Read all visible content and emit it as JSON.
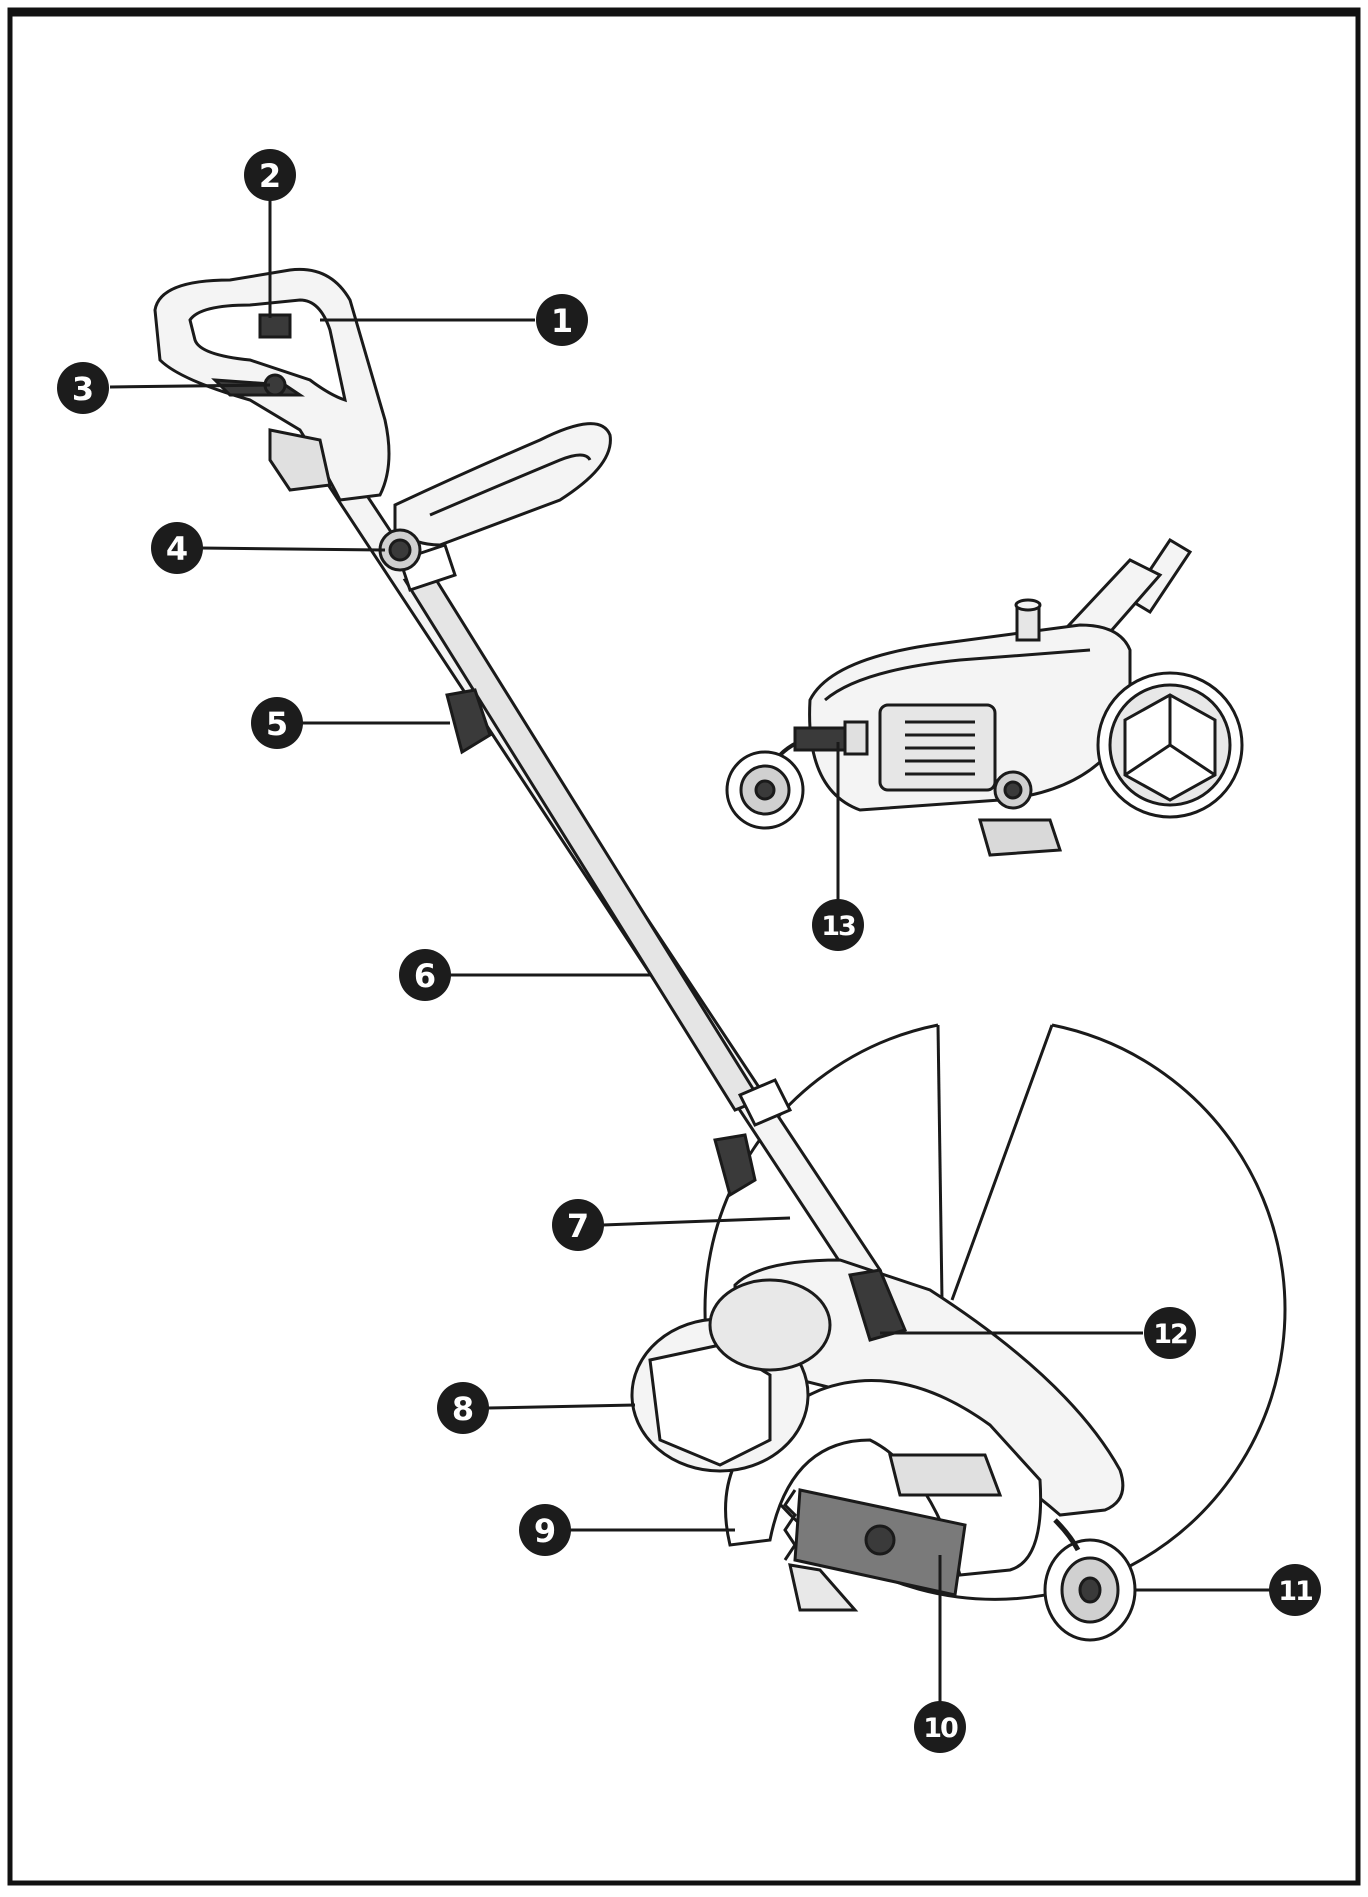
{
  "colors": {
    "line": "#1a1a1a",
    "fill_light": "#f4f4f4",
    "fill_mid": "#c9c9c9",
    "fill_dark": "#3a3a3a",
    "callout_bg": "#1c1c1c",
    "callout_text": "#ffffff",
    "frame": "#111111"
  },
  "callouts": [
    {
      "number": "1",
      "part": "handle"
    },
    {
      "number": "2",
      "part": "lock-off-button"
    },
    {
      "number": "3",
      "part": "trigger-switch"
    },
    {
      "number": "4",
      "part": "auxiliary-handle-knob"
    },
    {
      "number": "5",
      "part": "shaft-clamp-upper"
    },
    {
      "number": "6",
      "part": "upper-shaft"
    },
    {
      "number": "7",
      "part": "lower-shaft"
    },
    {
      "number": "8",
      "part": "main-wheel"
    },
    {
      "number": "9",
      "part": "blade-guard"
    },
    {
      "number": "10",
      "part": "blade"
    },
    {
      "number": "11",
      "part": "guide-wheel"
    },
    {
      "number": "12",
      "part": "depth-adjustment-lever"
    },
    {
      "number": "13",
      "part": "wheel-adjustment-lever"
    }
  ]
}
